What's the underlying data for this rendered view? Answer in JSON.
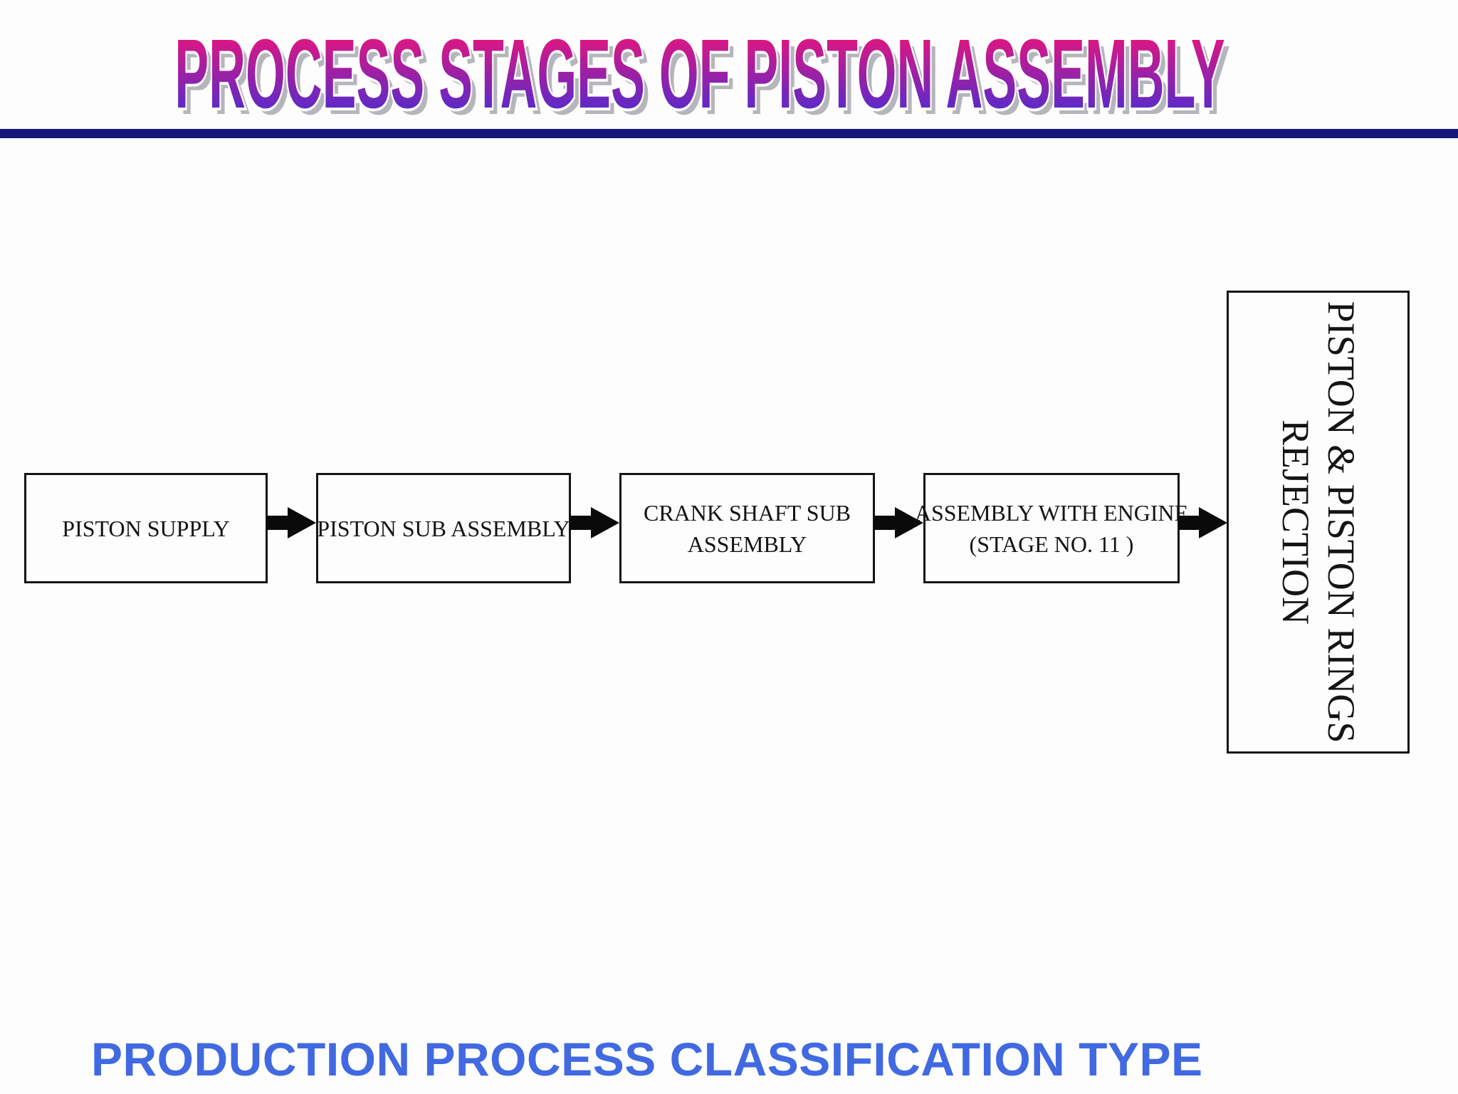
{
  "slide": {
    "title": "PROCESS STAGES OF PISTON ASSEMBLY",
    "footer": "PRODUCTION PROCESS CLASSIFICATION TYPE"
  },
  "flow": {
    "boxes": [
      {
        "lines": [
          "PISTON SUPPLY"
        ]
      },
      {
        "lines": [
          "PISTON SUB ASSEMBLY"
        ]
      },
      {
        "lines": [
          "CRANK SHAFT SUB",
          "ASSEMBLY"
        ]
      },
      {
        "lines": [
          "ASSEMBLY WITH ENGINE",
          "(STAGE NO. 11 )"
        ]
      },
      {
        "lines": [
          "PISTON & PISTON RINGS",
          "REJECTION"
        ]
      }
    ],
    "connector_icon": "right-arrow"
  },
  "colors": {
    "title_gradient_top": "#FB1272",
    "title_gradient_bottom": "#3C2FD9",
    "title_outline": "#FFFFFF",
    "title_shadow": "#B5B5BC",
    "divider_navy": "#15157C",
    "box_border_black": "#151515",
    "arrow_black": "#0A0A0A",
    "footer_blue": "#4169E1",
    "background": "#FDFDFE"
  }
}
